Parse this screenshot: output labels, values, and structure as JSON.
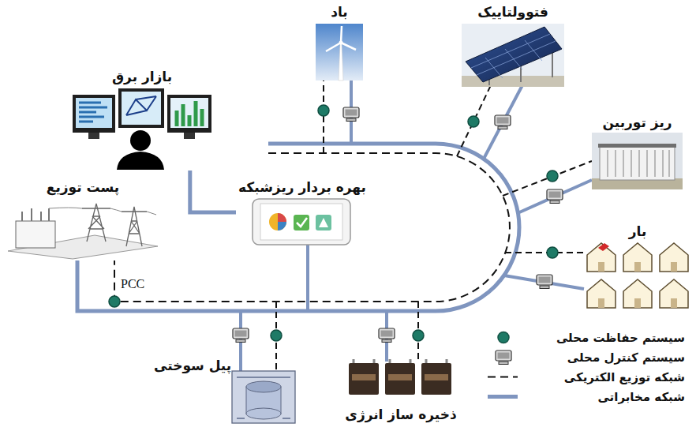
{
  "diagram": {
    "nodes": [
      {
        "text": [
          "باد"
        ]
      },
      {
        "text": [
          "فتوولتاییک"
        ]
      },
      {
        "text": [
          "بازار برق"
        ]
      },
      {
        "text": [
          "ریز توربین"
        ]
      },
      {
        "text": [
          "پست توزیع"
        ]
      },
      {
        "text": [
          "بهره بردار ریزشبکه"
        ]
      },
      {
        "text": [
          "بار"
        ]
      },
      {
        "text": [
          "پیل سوختی"
        ]
      },
      {
        "text": [
          "ذخیره ساز انرژی"
        ]
      }
    ],
    "edges": [
      {
        "from": 2,
        "to": 5,
        "arrow": "none"
      }
    ],
    "labels": [
      "PCC"
    ],
    "legend": [
      {
        "text": "سیستم حفاظت محلی",
        "color": "#1e7a66"
      },
      {
        "text": "سیستم کنترل محلی"
      },
      {
        "text": "شبکه توزیع الکتریکی"
      },
      {
        "text": "شبکه مخابراتی"
      }
    ]
  }
}
